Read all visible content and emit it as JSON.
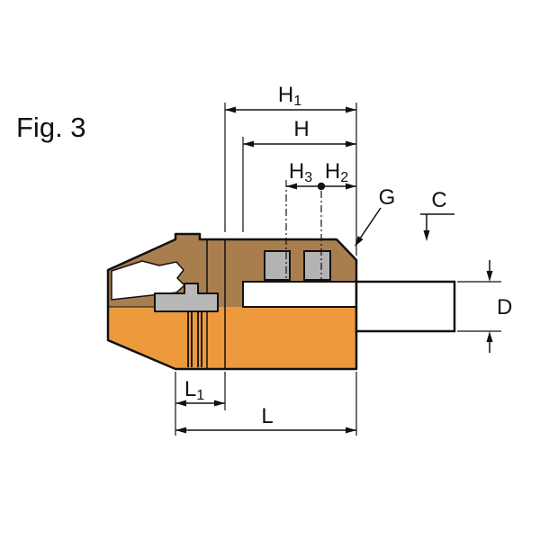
{
  "figure": {
    "label": "Fig. 3"
  },
  "dims": {
    "h1": {
      "main": "H",
      "sub": "1"
    },
    "h": {
      "main": "H"
    },
    "h3": {
      "main": "H",
      "sub": "3"
    },
    "h2": {
      "main": "H",
      "sub": "2"
    },
    "g": {
      "main": "G"
    },
    "c": {
      "main": "C"
    },
    "d": {
      "main": "D"
    },
    "l1": {
      "main": "L",
      "sub": "1"
    },
    "l": {
      "main": "L"
    }
  },
  "colors": {
    "body_orange": "#EC9A3D",
    "section_brown": "#A97E4F",
    "part_gray": "#B8B8B8",
    "slot_gray": "#B3B3B3",
    "bore_white": "#FFFFFF",
    "line_black": "#111111",
    "background": "#FFFFFF"
  }
}
